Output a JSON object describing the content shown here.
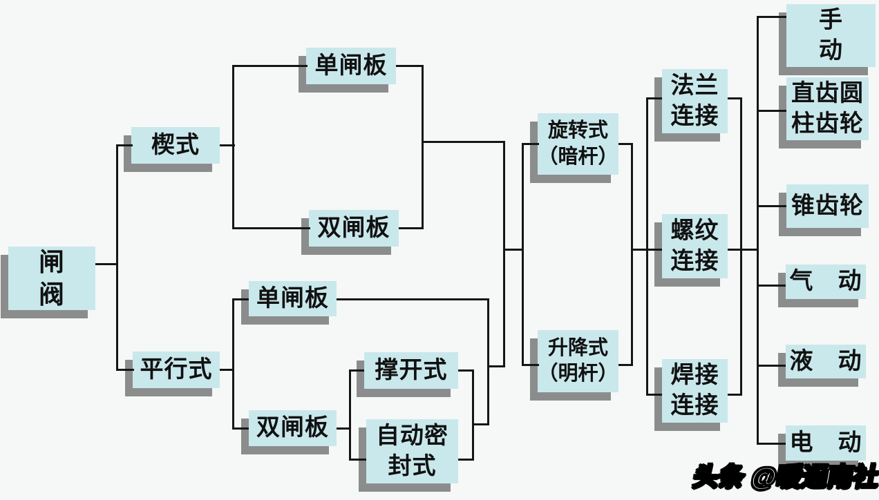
{
  "diagram": {
    "nodes": [
      {
        "id": "gate-valve",
        "label": "闸\n阀"
      },
      {
        "id": "wedge",
        "label": "楔式"
      },
      {
        "id": "wedge-single-disc",
        "label": "单闸板"
      },
      {
        "id": "wedge-double-disc",
        "label": "双闸板"
      },
      {
        "id": "parallel",
        "label": "平行式"
      },
      {
        "id": "parallel-single-disc",
        "label": "单闸板"
      },
      {
        "id": "parallel-double-disc",
        "label": "双闸板"
      },
      {
        "id": "expanding",
        "label": "撑开式"
      },
      {
        "id": "self-sealing",
        "label": "自动密\n封式"
      },
      {
        "id": "rotary-hidden-stem",
        "label": "旋转式\n（暗杆）"
      },
      {
        "id": "lifting-rising-stem",
        "label": "升降式\n（明杆）"
      },
      {
        "id": "flange-connection",
        "label": "法兰\n连接"
      },
      {
        "id": "threaded-connection",
        "label": "螺纹\n连接"
      },
      {
        "id": "welded-connection",
        "label": "焊接\n连接"
      },
      {
        "id": "manual",
        "label": "手\n动"
      },
      {
        "id": "spur-cylindrical-gear",
        "label": "直齿圆\n柱齿轮"
      },
      {
        "id": "bevel-gear",
        "label": "锥齿轮"
      },
      {
        "id": "pneumatic",
        "label": "气　动"
      },
      {
        "id": "hydraulic",
        "label": "液　动"
      },
      {
        "id": "electric",
        "label": "电　动"
      }
    ],
    "edges": [
      {
        "from": [
          "gate-valve"
        ],
        "to": [
          "wedge",
          "parallel"
        ]
      },
      {
        "from": [
          "wedge"
        ],
        "to": [
          "wedge-single-disc",
          "wedge-double-disc"
        ]
      },
      {
        "from": [
          "parallel"
        ],
        "to": [
          "parallel-single-disc",
          "parallel-double-disc"
        ]
      },
      {
        "from": [
          "parallel-double-disc"
        ],
        "to": [
          "expanding",
          "self-sealing"
        ]
      },
      {
        "from": [
          "wedge-single-disc",
          "wedge-double-disc",
          "parallel-single-disc",
          "expanding",
          "self-sealing"
        ],
        "to": [
          "rotary-hidden-stem",
          "lifting-rising-stem"
        ]
      },
      {
        "from": [
          "rotary-hidden-stem",
          "lifting-rising-stem"
        ],
        "to": [
          "flange-connection",
          "threaded-connection",
          "welded-connection"
        ]
      },
      {
        "from": [
          "flange-connection",
          "threaded-connection",
          "welded-connection"
        ],
        "to": [
          "manual",
          "spur-cylindrical-gear",
          "bevel-gear",
          "pneumatic",
          "hydraulic",
          "electric"
        ]
      }
    ],
    "watermark": "头条 @暖通南社",
    "colors": {
      "background": "#f6f7f7",
      "node_fill": "#c9e8ec",
      "node_shadow": "#8b8d8d",
      "line": "#151515",
      "text": "#111111",
      "watermark_fill": "#ffffff",
      "watermark_outline": "#000000"
    }
  }
}
